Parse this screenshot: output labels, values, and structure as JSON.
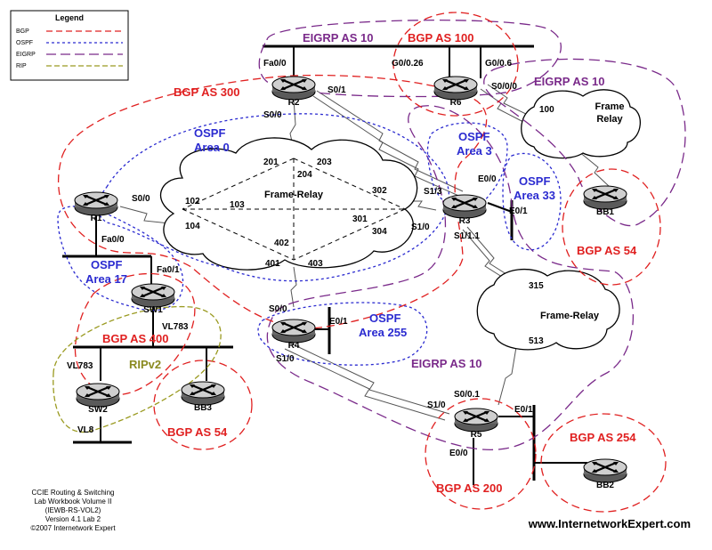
{
  "legend": {
    "title": "Legend",
    "items": [
      {
        "label": "BGP",
        "color": "#e02020"
      },
      {
        "label": "OSPF",
        "color": "#2b2bd0"
      },
      {
        "label": "EIGRP",
        "color": "#7a2a8a"
      },
      {
        "label": "RIP",
        "color": "#9a9a20"
      }
    ]
  },
  "domains": {
    "bgp_300": "BGP AS 300",
    "bgp_100": "BGP AS 100",
    "bgp_400": "BGP AS 400",
    "bgp_54_bb3": "BGP AS 54",
    "bgp_54_bb1": "BGP AS 54",
    "bgp_200": "BGP AS 200",
    "bgp_254": "BGP AS 254",
    "eigrp_10_top": "EIGRP AS 10",
    "eigrp_10_right": "EIGRP AS 10",
    "eigrp_10_bottom": "EIGRP AS 10",
    "ospf_area0_line1": "OSPF",
    "ospf_area0_line2": "Area 0",
    "ospf_area3_line1": "OSPF",
    "ospf_area3_line2": "Area 3",
    "ospf_area33_line1": "OSPF",
    "ospf_area33_line2": "Area 33",
    "ospf_area17_line1": "OSPF",
    "ospf_area17_line2": "Area 17",
    "ospf_area255_line1": "OSPF",
    "ospf_area255_line2": "Area 255",
    "rip": "RIPv2"
  },
  "routers": {
    "r1": "R1",
    "r2": "R2",
    "r3": "R3",
    "r4": "R4",
    "r5": "R5",
    "r6": "R6",
    "sw1": "SW1",
    "sw2": "SW2",
    "bb1": "BB1",
    "bb2": "BB2",
    "bb3": "BB3"
  },
  "interfaces": {
    "r2_fa00": "Fa0/0",
    "r2_s01": "S0/1",
    "r2_s00": "S0/0",
    "r6_g0026": "G0/0.26",
    "r6_g006": "G0/0.6",
    "r6_s000": "S0/0/0",
    "r1_s00": "S0/0",
    "r1_fa00": "Fa0/0",
    "sw1_fa01": "Fa0/1",
    "sw1_vl783": "VL783",
    "sw2_vl783": "VL783",
    "sw2_vl8": "VL8",
    "r3_e00": "E0/0",
    "r3_e01": "E0/1",
    "r3_s13": "S1/3",
    "r3_s10": "S1/0",
    "r3_s111": "S1/1.1",
    "r4_s00": "S0/0",
    "r4_e01": "E0/1",
    "r4_s10": "S1/0",
    "r5_s10": "S1/0",
    "r5_s001": "S0/0.1",
    "r5_e01": "E0/1",
    "r5_e00": "E0/0"
  },
  "dlcis": {
    "d201": "201",
    "d204": "204",
    "d203": "203",
    "d102": "102",
    "d103": "103",
    "d104": "104",
    "d302": "302",
    "d301": "301",
    "d304": "304",
    "d402": "402",
    "d401": "401",
    "d403": "403",
    "d100": "100",
    "d315": "315",
    "d513": "513"
  },
  "clouds": {
    "fr_main": "Frame-Relay",
    "fr_top_line1": "Frame",
    "fr_top_line2": "Relay",
    "fr_right": "Frame-Relay"
  },
  "credits": [
    "CCIE Routing & Switching",
    "Lab Workbook Volume II",
    "(IEWB-RS-VOL2)",
    "Version 4.1 Lab 2",
    "©2007 Internetwork Expert"
  ],
  "website": "www.InternetworkExpert.com"
}
